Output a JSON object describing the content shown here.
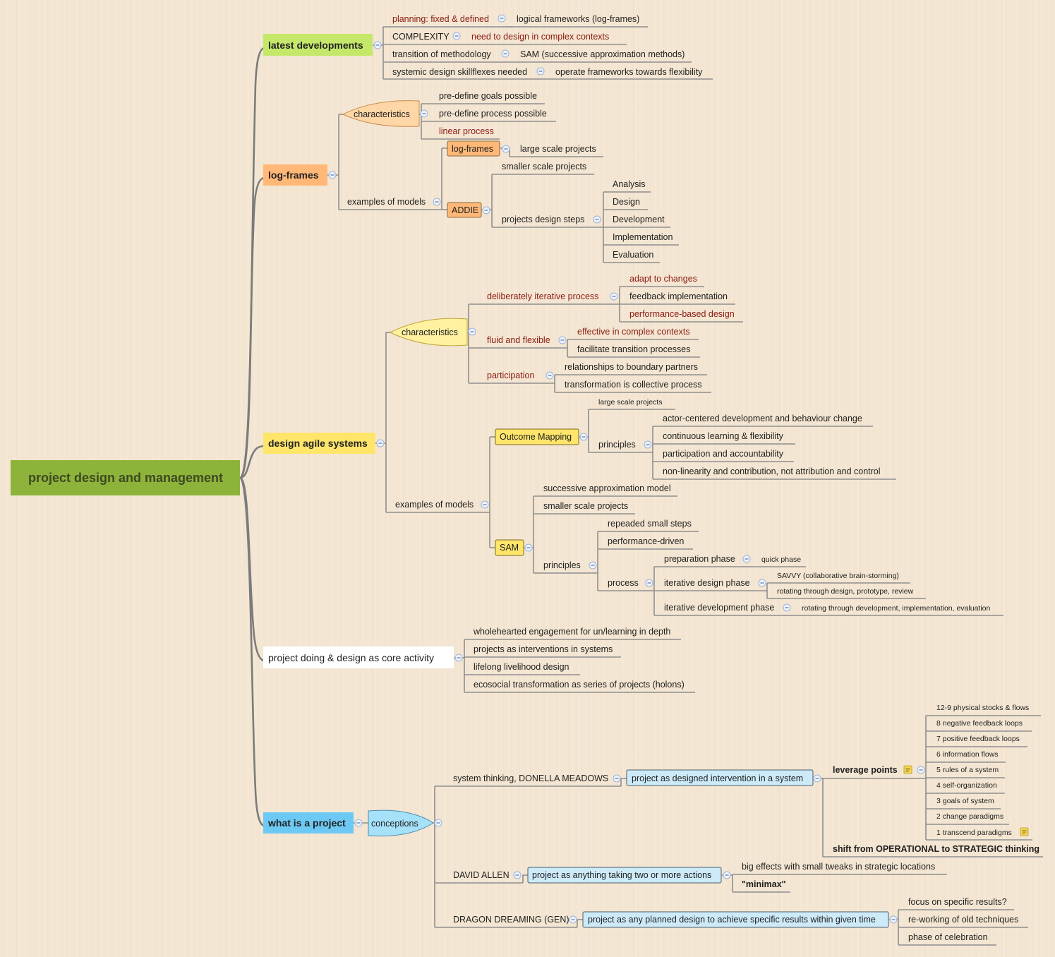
{
  "root": {
    "label": "project design and management"
  },
  "latest": {
    "label": "latest developments",
    "items": [
      {
        "label": "planning: fixed & defined",
        "child": "logical frameworks (log-frames)"
      },
      {
        "label": "COMPLEXITY",
        "child": "need to design in complex contexts"
      },
      {
        "label": "transition of methodology",
        "child": "SAM (successive approximation methods)"
      },
      {
        "label": "systemic design skillflexes needed",
        "child": "operate frameworks towards flexibility"
      }
    ]
  },
  "logframes": {
    "label": "log-frames",
    "characteristics": {
      "label": "characteristics",
      "items": [
        "pre-define goals possible",
        "pre-define process possible",
        "linear process"
      ]
    },
    "examples": {
      "label": "examples of models",
      "logframes_model": {
        "label": "log-frames",
        "child": "large scale projects"
      },
      "addie": {
        "label": "ADDIE",
        "smaller": "smaller scale projects",
        "steps_label": "projects design steps",
        "steps": [
          "Analysis",
          "Design",
          "Development",
          "Implementation",
          "Evaluation"
        ]
      }
    }
  },
  "agile": {
    "label": "design agile systems",
    "characteristics": {
      "label": "characteristics",
      "iterative": {
        "label": "deliberately iterative process",
        "items": [
          "adapt to changes",
          "feedback implementation",
          "performance-based design"
        ]
      },
      "fluid": {
        "label": "fluid and flexible",
        "items": [
          "effective in complex contexts",
          "facilitate transition processes"
        ]
      },
      "participation": {
        "label": "participation",
        "items": [
          "relationships to boundary partners",
          "transformation is collective process"
        ]
      }
    },
    "examples": {
      "label": "examples of models",
      "om": {
        "label": "Outcome Mapping",
        "large": "large scale projects",
        "principles_label": "principles",
        "principles": [
          "actor-centered development and behaviour change",
          "continuous learning & flexibility",
          "participation and accountability",
          "non-linearity and contribution, not attribution and control"
        ]
      },
      "sam": {
        "label": "SAM",
        "approx": "successive approximation model",
        "smaller": "smaller scale projects",
        "principles_label": "principles",
        "steps": "repeaded small steps",
        "perf": "performance-driven",
        "process_label": "process",
        "prep": {
          "label": "preparation phase",
          "child": "quick phase"
        },
        "iterdesign": {
          "label": "iterative design phase",
          "children": [
            "SAVVY (collaborative brain-storming)",
            "rotating through design, prototype, review"
          ]
        },
        "iterdev": {
          "label": "iterative development phase",
          "child": "rotating through development, implementation, evaluation"
        }
      }
    }
  },
  "doing": {
    "label": "project doing & design  as core activity",
    "items": [
      "wholehearted engagement for un/learning in depth",
      "projects as interventions in systems",
      "lifelong livelihood design",
      "ecosocial transformation as series of projects (holons)"
    ]
  },
  "whatis": {
    "label": "what is a project",
    "conceptions": "conceptions",
    "meadows": {
      "label": "system thinking, DONELLA MEADOWS",
      "box": "project as designed intervention in a system",
      "leverage": "leverage points",
      "points": [
        "12-9 physical stocks & flows",
        "8 negative feedback loops",
        "7 positive feedback loops",
        "6 information flows",
        "5 rules of a system",
        "4 self-organization",
        "3 goals of system",
        "2 change paradigms",
        "1 transcend paradigms"
      ],
      "shift": "shift from OPERATIONAL to STRATEGIC thinking"
    },
    "allen": {
      "label": "DAVID ALLEN",
      "box": "project as anything taking two or more actions",
      "big": "big effects with small tweaks in strategic locations",
      "minimax": "\"minimax\""
    },
    "dragon": {
      "label": "DRAGON DREAMING (GEN)",
      "box": "project as any planned design to achieve specific results within given time",
      "items": [
        "focus on specific results?",
        "re-working of old techniques",
        "phase of celebration"
      ]
    }
  },
  "colors": {
    "root": "#8db33a",
    "latest": "#c6e86a",
    "logframes": "#ffb877",
    "logframes_light": "#ffd6a6",
    "agile": "#ffe56a",
    "agile_light": "#fff1a0",
    "whatis": "#6cc9f3",
    "whatis_light": "#a6e1fa",
    "whatis_box": "#cdeaf8",
    "red_text": "#8b1a12"
  },
  "icons": {
    "toggle": "collapse-minus-icon",
    "note": "note-icon"
  }
}
